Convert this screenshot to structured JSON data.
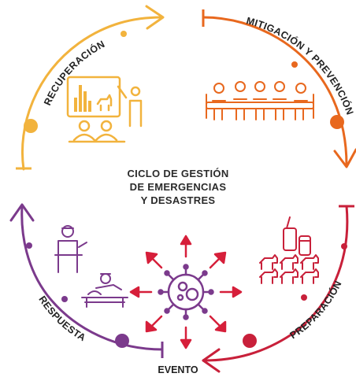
{
  "title_lines": [
    "CICLO DE GESTIÓN",
    "DE EMERGENCIAS",
    "Y DESASTRES"
  ],
  "phases": {
    "recuperacion": {
      "label": "RECUPERACIÓN",
      "color": "#f2b33d"
    },
    "mitigacion": {
      "label": "MITIGACIÓN Y PREVENCIÓN",
      "color": "#e8681e"
    },
    "preparacion": {
      "label": "PREPARACIÓN",
      "color": "#c8203a"
    },
    "respuesta": {
      "label": "RESPUESTA",
      "color": "#7b3a8c"
    }
  },
  "event": {
    "label": "EVENTO",
    "color": "#d61f3a",
    "virus_color": "#7b3a8c"
  },
  "icons": {
    "recuperacion": "presentation-board-icon",
    "mitigacion": "meeting-table-icon",
    "preparacion": "dogs-and-radio-icon",
    "respuesta": "rescue-medical-icon",
    "evento": "virus-icon"
  }
}
